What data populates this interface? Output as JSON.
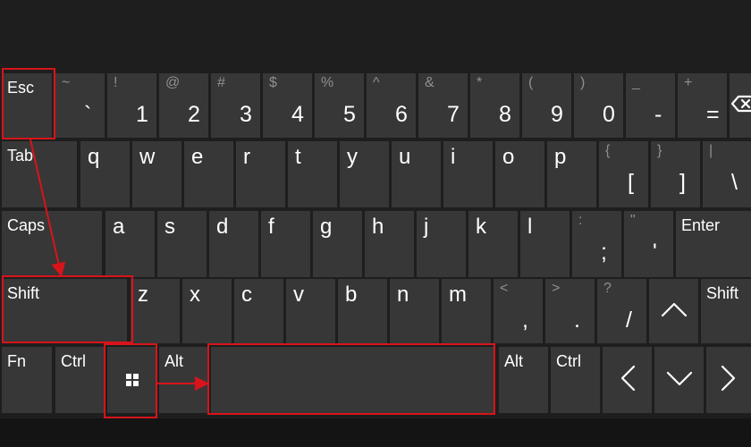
{
  "keyboard": {
    "rows": [
      [
        {
          "id": "esc",
          "label": "Esc",
          "kind": "mod"
        },
        {
          "id": "backtick",
          "shift": "~",
          "main": "`",
          "kind": "sym"
        },
        {
          "id": "1",
          "shift": "!",
          "main": "1",
          "kind": "sym"
        },
        {
          "id": "2",
          "shift": "@",
          "main": "2",
          "kind": "sym"
        },
        {
          "id": "3",
          "shift": "#",
          "main": "3",
          "kind": "sym"
        },
        {
          "id": "4",
          "shift": "$",
          "main": "4",
          "kind": "sym"
        },
        {
          "id": "5",
          "shift": "%",
          "main": "5",
          "kind": "sym"
        },
        {
          "id": "6",
          "shift": "^",
          "main": "6",
          "kind": "sym"
        },
        {
          "id": "7",
          "shift": "&",
          "main": "7",
          "kind": "sym"
        },
        {
          "id": "8",
          "shift": "*",
          "main": "8",
          "kind": "sym"
        },
        {
          "id": "9",
          "shift": "(",
          "main": "9",
          "kind": "sym"
        },
        {
          "id": "0",
          "shift": ")",
          "main": "0",
          "kind": "sym"
        },
        {
          "id": "minus",
          "shift": "_",
          "main": "-",
          "kind": "sym"
        },
        {
          "id": "equals",
          "shift": "+",
          "main": "=",
          "kind": "sym"
        },
        {
          "id": "backspace",
          "icon": "backspace-icon",
          "kind": "icon"
        }
      ],
      [
        {
          "id": "tab",
          "label": "Tab",
          "kind": "mod"
        },
        {
          "id": "q",
          "main": "q",
          "kind": "letter"
        },
        {
          "id": "w",
          "main": "w",
          "kind": "letter"
        },
        {
          "id": "e",
          "main": "e",
          "kind": "letter"
        },
        {
          "id": "r",
          "main": "r",
          "kind": "letter"
        },
        {
          "id": "t",
          "main": "t",
          "kind": "letter"
        },
        {
          "id": "y",
          "main": "y",
          "kind": "letter"
        },
        {
          "id": "u",
          "main": "u",
          "kind": "letter"
        },
        {
          "id": "i",
          "main": "i",
          "kind": "letter"
        },
        {
          "id": "o",
          "main": "o",
          "kind": "letter"
        },
        {
          "id": "p",
          "main": "p",
          "kind": "letter"
        },
        {
          "id": "lbracket",
          "shift": "{",
          "main": "[",
          "kind": "sym"
        },
        {
          "id": "rbracket",
          "shift": "}",
          "main": "]",
          "kind": "sym"
        },
        {
          "id": "backslash",
          "shift": "|",
          "main": "\\",
          "kind": "sym"
        }
      ],
      [
        {
          "id": "caps",
          "label": "Caps",
          "kind": "mod"
        },
        {
          "id": "a",
          "main": "a",
          "kind": "letter"
        },
        {
          "id": "s",
          "main": "s",
          "kind": "letter"
        },
        {
          "id": "d",
          "main": "d",
          "kind": "letter"
        },
        {
          "id": "f",
          "main": "f",
          "kind": "letter"
        },
        {
          "id": "g",
          "main": "g",
          "kind": "letter"
        },
        {
          "id": "h",
          "main": "h",
          "kind": "letter"
        },
        {
          "id": "j",
          "main": "j",
          "kind": "letter"
        },
        {
          "id": "k",
          "main": "k",
          "kind": "letter"
        },
        {
          "id": "l",
          "main": "l",
          "kind": "letter"
        },
        {
          "id": "semicolon",
          "shift": ":",
          "main": ";",
          "kind": "sym"
        },
        {
          "id": "quote",
          "shift": "\"",
          "main": "'",
          "kind": "sym"
        },
        {
          "id": "enter",
          "label": "Enter",
          "kind": "mod"
        }
      ],
      [
        {
          "id": "lshift",
          "label": "Shift",
          "kind": "mod"
        },
        {
          "id": "z",
          "main": "z",
          "kind": "letter"
        },
        {
          "id": "x",
          "main": "x",
          "kind": "letter"
        },
        {
          "id": "c",
          "main": "c",
          "kind": "letter"
        },
        {
          "id": "v",
          "main": "v",
          "kind": "letter"
        },
        {
          "id": "b",
          "main": "b",
          "kind": "letter"
        },
        {
          "id": "n",
          "main": "n",
          "kind": "letter"
        },
        {
          "id": "m",
          "main": "m",
          "kind": "letter"
        },
        {
          "id": "comma",
          "shift": "<",
          "main": ",",
          "kind": "sym"
        },
        {
          "id": "period",
          "shift": ">",
          "main": ".",
          "kind": "sym"
        },
        {
          "id": "slash",
          "shift": "?",
          "main": "/",
          "kind": "sym"
        },
        {
          "id": "up",
          "icon": "arrow-up-icon",
          "kind": "icon"
        },
        {
          "id": "rshift",
          "label": "Shift",
          "kind": "mod"
        }
      ],
      [
        {
          "id": "fn",
          "label": "Fn",
          "kind": "mod"
        },
        {
          "id": "ctrl",
          "label": "Ctrl",
          "kind": "mod"
        },
        {
          "id": "win",
          "icon": "windows-logo-icon",
          "kind": "icon"
        },
        {
          "id": "alt",
          "label": "Alt",
          "kind": "mod"
        },
        {
          "id": "space",
          "label": "",
          "kind": "mod"
        },
        {
          "id": "altgr",
          "label": "Alt",
          "kind": "mod"
        },
        {
          "id": "rctrl",
          "label": "Ctrl",
          "kind": "mod"
        },
        {
          "id": "left",
          "icon": "arrow-left-icon",
          "kind": "icon"
        },
        {
          "id": "down",
          "icon": "arrow-down-icon",
          "kind": "icon"
        },
        {
          "id": "right",
          "icon": "arrow-right-icon",
          "kind": "icon"
        }
      ]
    ],
    "highlighted_keys": [
      "esc",
      "lshift",
      "win",
      "space"
    ],
    "colors": {
      "background": "#1e1e1e",
      "key": "#373737",
      "key_text": "#ffffff",
      "shift_text": "#8f8f8f",
      "highlight": "#d8141a"
    }
  }
}
